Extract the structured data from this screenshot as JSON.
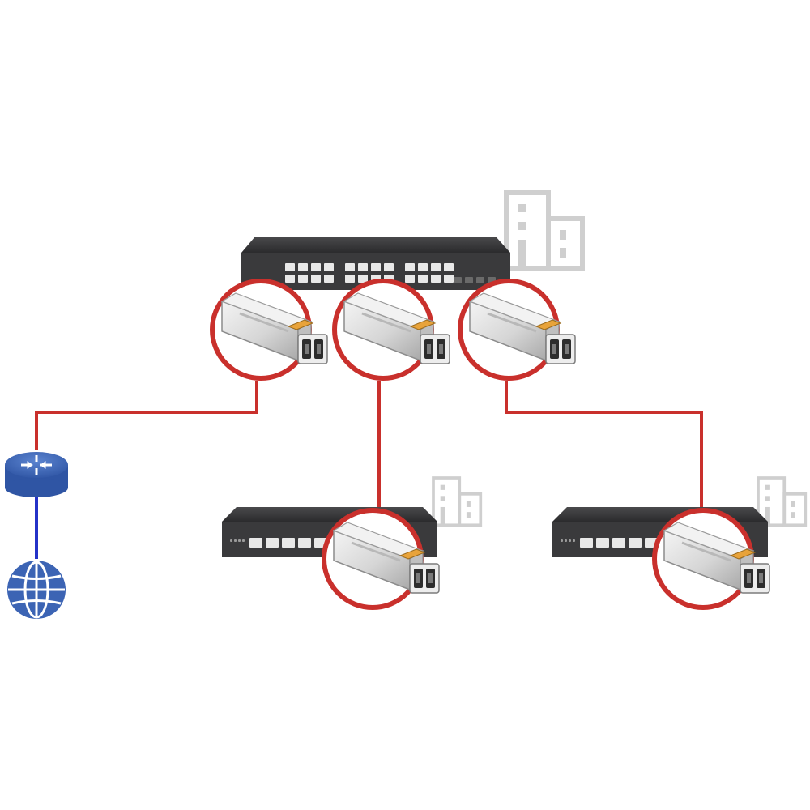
{
  "colors": {
    "link": "#c9302c",
    "ring": "#c9302c",
    "uplink": "#2432c8",
    "switch_body": "#3a3a3c",
    "switch_top": "#2a2a2c",
    "port": "#e8e8e8",
    "building": "#cfcfcf",
    "network_icon": "#3c64b4",
    "sfp_body": "#d8d8d8",
    "sfp_latch": "#e8a33a"
  },
  "icons": {
    "router": "router-icon",
    "internet": "globe-icon",
    "building": "building-icon",
    "switch": "network-switch-icon",
    "sfp": "sfp-transceiver-icon"
  },
  "nodes": {
    "core_switch": {
      "ports": 24
    },
    "access_switches": [
      {
        "ports": 5
      },
      {
        "ports": 5
      }
    ],
    "sfp_modules": 5
  }
}
